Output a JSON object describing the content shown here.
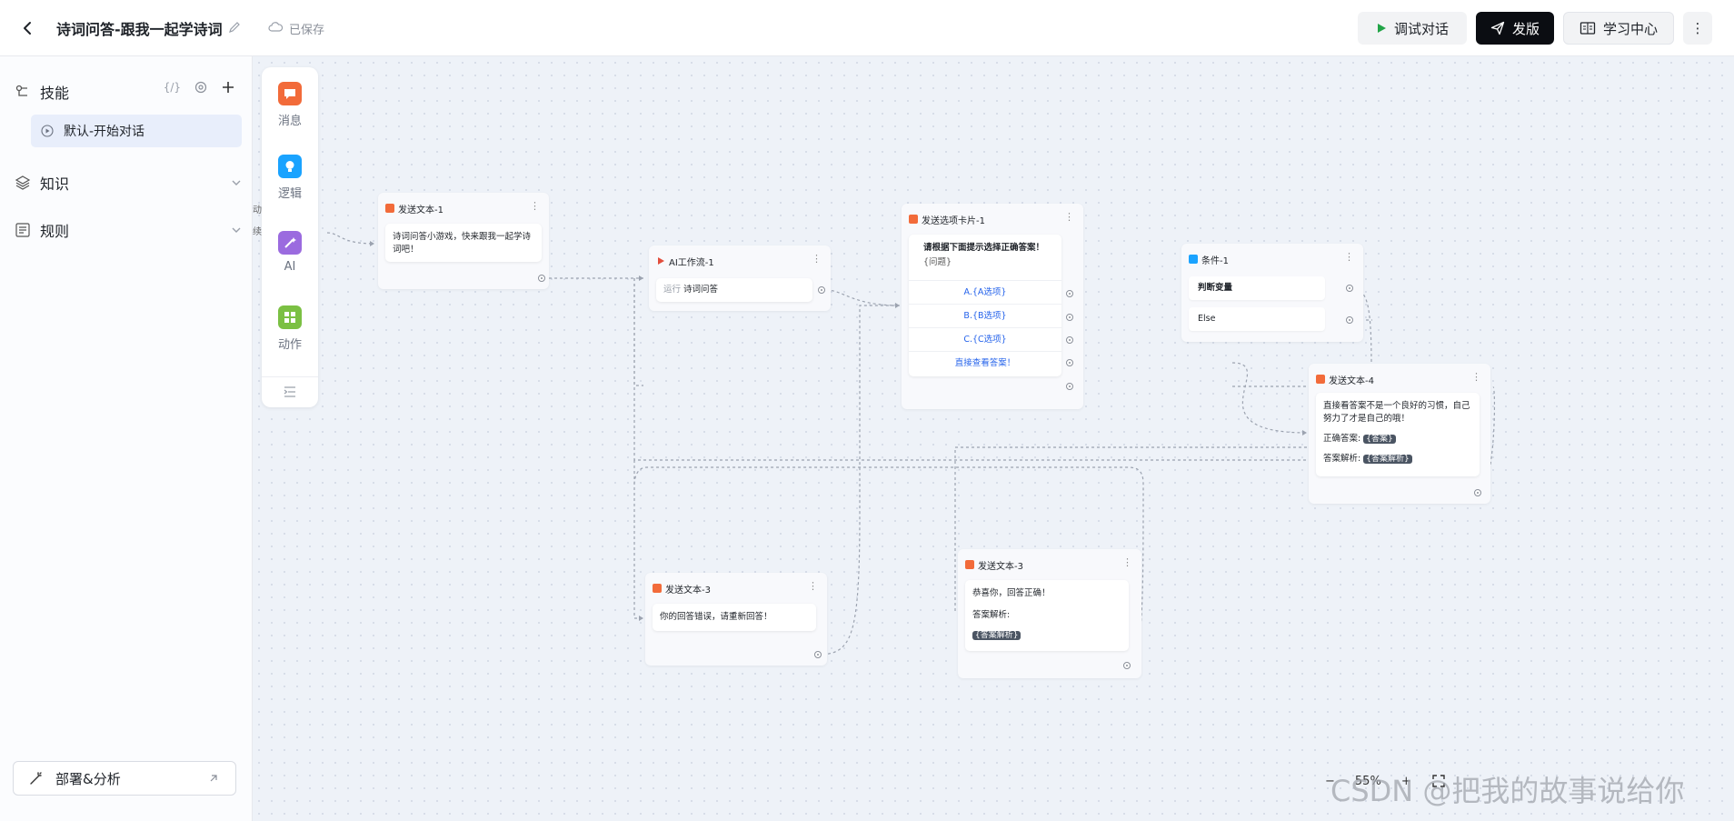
{
  "header": {
    "title": "诗词问答-跟我一起学诗词",
    "save_status": "已保存",
    "debug_label": "调试对话",
    "publish_label": "发版",
    "learn_label": "学习中心",
    "more_label": "⋮"
  },
  "sidebar": {
    "skills_label": "技能",
    "skills_shortcut": "{/}",
    "skill_items": [
      "默认-开始对话"
    ],
    "knowledge_label": "知识",
    "rules_label": "规则",
    "deploy_label": "部署&分析"
  },
  "palette": {
    "items": [
      "消息",
      "逻辑",
      "AI",
      "动作"
    ]
  },
  "colors": {
    "message": "#f26b3a",
    "logic": "#1aa3ff",
    "ai": "#9b6bdf",
    "action": "#7bc043",
    "link": "#2563eb",
    "publish_bg": "#0b0d12"
  },
  "nodes": {
    "clip_left": [
      "动",
      "续"
    ],
    "send1": {
      "title": "发送文本-1",
      "text": "诗词问答小游戏，快来跟我一起学诗词吧！"
    },
    "ai1": {
      "title": "AI工作流-1",
      "run_label": "运行",
      "run_value": "诗词问答"
    },
    "card1": {
      "title": "发送选项卡片-1",
      "prompt": "请根据下面提示选择正确答案！",
      "question": "{问题}",
      "options": [
        "A.{A选项}",
        "B.{B选项}",
        "C.{C选项}",
        "直接查看答案！"
      ]
    },
    "cond1": {
      "title": "条件-1",
      "branches": [
        "判断变量",
        "Else"
      ]
    },
    "send4": {
      "title": "发送文本-4",
      "text": "直接看答案不是一个良好的习惯，自己努力了才是自己的哦！",
      "answer_label": "正确答案:",
      "answer_tag": "{答案}",
      "analysis_label": "答案解析:",
      "analysis_tag": "{答案解析}"
    },
    "send3a": {
      "title": "发送文本-3",
      "text": "你的回答错误，请重新回答！"
    },
    "send3b": {
      "title": "发送文本-3",
      "text": "恭喜你，回答正确！",
      "analysis_label": "答案解析:",
      "analysis_tag": "{答案解析}"
    }
  },
  "zoom": {
    "minus": "−",
    "level": "55%",
    "plus": "+"
  },
  "watermark": "CSDN @把我的故事说给你"
}
